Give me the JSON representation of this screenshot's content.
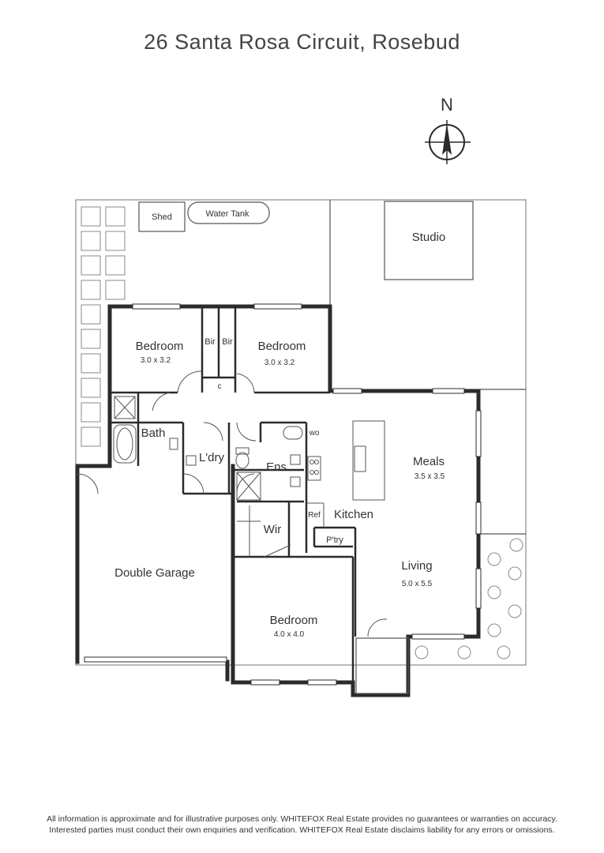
{
  "title": "26 Santa Rosa Circuit, Rosebud",
  "compass": {
    "label": "N"
  },
  "rooms": {
    "shed": "Shed",
    "water_tank": "Water Tank",
    "studio": "Studio",
    "bedroom_nw": {
      "name": "Bedroom",
      "dim": "3.0 x 3.2"
    },
    "bedroom_n": {
      "name": "Bedroom",
      "dim": "3.0 x 3.2"
    },
    "bir_left": "Bir",
    "bir_right": "Bir",
    "linen": "c",
    "bath": "Bath",
    "laundry": "L'dry",
    "ensuite": "Ens",
    "wo": "wo",
    "kitchen": "Kitchen",
    "ref": "Ref",
    "pantry": "P'try",
    "meals": {
      "name": "Meals",
      "dim": "3.5 x 3.5"
    },
    "living": {
      "name": "Living",
      "dim": "5.0 x 5.5"
    },
    "wir": "Wir",
    "bedroom_main": {
      "name": "Bedroom",
      "dim": "4.0 x 4.0"
    },
    "garage": "Double Garage"
  },
  "disclaimer": {
    "line1": "All information is approximate and for illustrative purposes only. WHITEFOX Real Estate provides no guarantees or warranties on accuracy.",
    "line2": "Interested parties must conduct their own enquiries and verification. WHITEFOX Real Estate disclaims liability for any errors or omissions."
  }
}
